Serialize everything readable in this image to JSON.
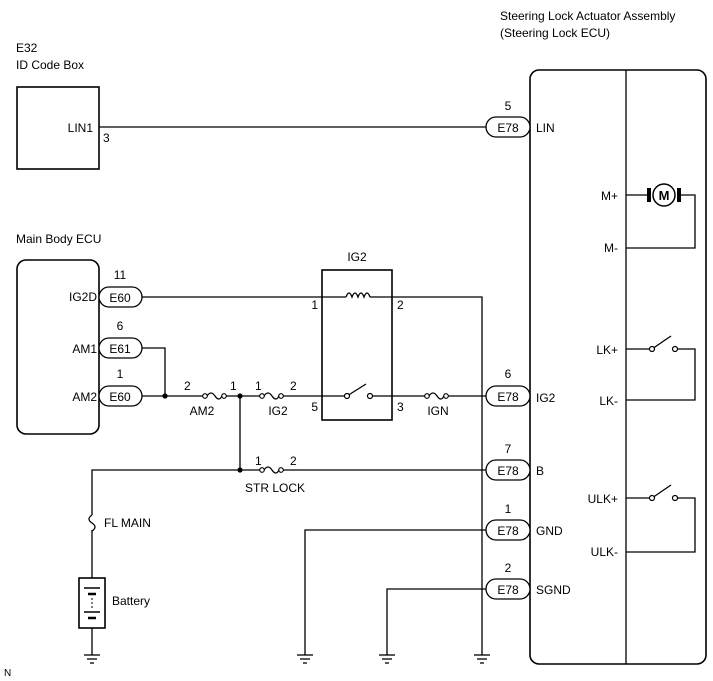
{
  "steering_lock": {
    "title_line1": "Steering Lock Actuator Assembly",
    "title_line2": "(Steering Lock ECU)",
    "terminals": [
      "LIN",
      "IG2",
      "B",
      "GND",
      "SGND"
    ],
    "motor": {
      "pos": "M+",
      "neg": "M-",
      "symbol": "M"
    },
    "lock_switch": {
      "pos": "LK+",
      "neg": "LK-"
    },
    "unlock_switch": {
      "pos": "ULK+",
      "neg": "ULK-"
    }
  },
  "id_code_box": {
    "code": "E32",
    "name": "ID Code Box",
    "terminal": "LIN1",
    "pin": "3"
  },
  "main_body_ecu": {
    "name": "Main Body ECU",
    "terminals": [
      "IG2D",
      "AM1",
      "AM2"
    ]
  },
  "connectors": {
    "e78_lin": {
      "code": "E78",
      "pin": "5"
    },
    "e60_ig2d": {
      "code": "E60",
      "pin": "11"
    },
    "e61_am1": {
      "code": "E61",
      "pin": "6"
    },
    "e60_am2": {
      "code": "E60",
      "pin": "1"
    },
    "e78_ig2": {
      "code": "E78",
      "pin": "6"
    },
    "e78_b": {
      "code": "E78",
      "pin": "7"
    },
    "e78_gnd": {
      "code": "E78",
      "pin": "1"
    },
    "e78_sgnd": {
      "code": "E78",
      "pin": "2"
    }
  },
  "relay": {
    "name": "IG2",
    "pins": [
      "1",
      "2",
      "5",
      "3"
    ]
  },
  "fuses": {
    "am2": {
      "name": "AM2",
      "pin_a": "2",
      "pin_b": "1"
    },
    "ig2": {
      "name": "IG2",
      "pin_a": "1",
      "pin_b": "2"
    },
    "ign": {
      "name": "IGN"
    },
    "str_lock": {
      "name": "STR LOCK",
      "pin_a": "1",
      "pin_b": "2"
    },
    "fl_main": {
      "name": "FL MAIN"
    }
  },
  "battery": {
    "label": "Battery"
  },
  "corner_note": "N"
}
